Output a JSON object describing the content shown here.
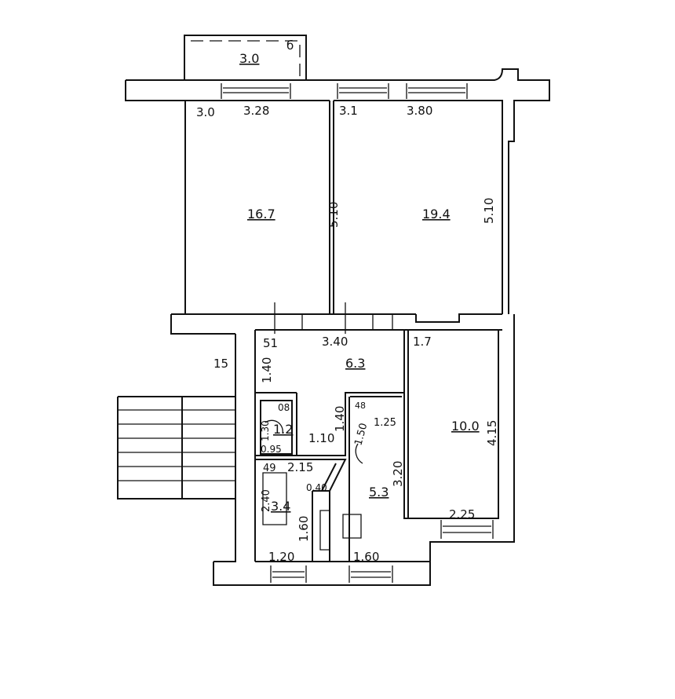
{
  "rooms": [
    {
      "name": "balcony",
      "area": "3.0",
      "mark": "б"
    },
    {
      "name": "room-left",
      "area": "16.7"
    },
    {
      "name": "room-right",
      "area": "19.4"
    },
    {
      "name": "hall",
      "area": "6.3"
    },
    {
      "name": "room-small",
      "area": "10.0"
    },
    {
      "name": "bathroom",
      "area": "1.2"
    },
    {
      "name": "toilet",
      "area": "3.4"
    },
    {
      "name": "kitchen",
      "area": "5.3"
    }
  ],
  "dimensions": {
    "d1": "3.0",
    "d2": "3.28",
    "d3": "3.1",
    "d4": "3.80",
    "d5": "5.10",
    "d6": "5.10",
    "d7": "3.40",
    "d8": "1.40",
    "d9": "51",
    "d10": "15",
    "d11": "1.7",
    "d12": "4.15",
    "d13": "1.30",
    "d14": "0.95",
    "d15": "1.10",
    "d16": "1.40",
    "d17": "1.50",
    "d18": "1.25",
    "d19": "2.15",
    "d20": "49",
    "d21": "0.40",
    "d22": "2.40",
    "d23": "1.60",
    "d24": "3.20",
    "d25": "2.25",
    "d26": "1.20",
    "d27": "1.60",
    "d28": "08",
    "d29": "48"
  }
}
